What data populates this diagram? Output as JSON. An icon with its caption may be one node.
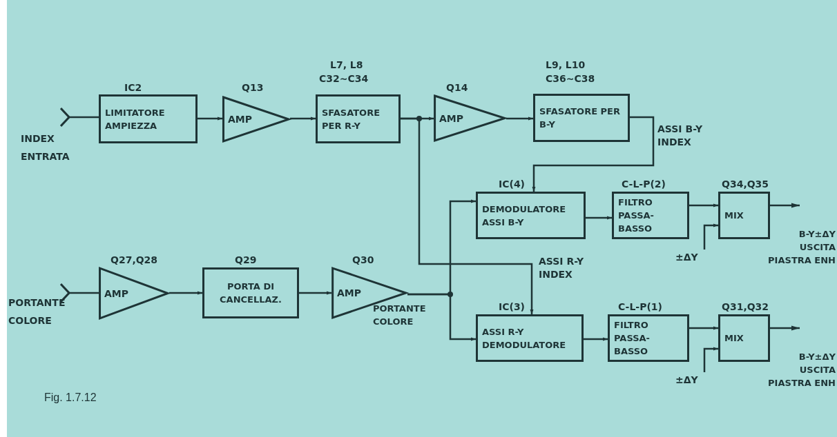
{
  "diagram": {
    "caption": "Fig. 1.7.12",
    "nodes": [
      {
        "text": [
          "INDEX ENTRATA"
        ]
      },
      {
        "text": [
          "LIMITATORE AMPIEZZA"
        ],
        "beside": [
          "IC2"
        ]
      },
      {
        "text": [
          "AMP"
        ],
        "beside": [
          "Q13"
        ]
      },
      {
        "text": [
          "SFASATORE PER R-Y"
        ],
        "beside": [
          "L7, L8",
          "C32~C34"
        ]
      },
      {
        "text": [
          "AMP"
        ],
        "beside": [
          "Q14"
        ]
      },
      {
        "text": [
          "SFASATORE PER B-Y"
        ],
        "beside": [
          "L9, L10",
          "C36~C38"
        ]
      },
      {
        "text": [
          "DEMODULATORE ASSI B-Y"
        ],
        "beside": [
          "IC(4)"
        ]
      },
      {
        "text": [
          "FILTRO PASSA-BASSO"
        ],
        "beside": [
          "C-L-P(2)"
        ]
      },
      {
        "text": [
          "MIX"
        ],
        "beside": [
          "Q34,Q35"
        ]
      },
      {
        "text": [
          "PORTANTE COLORE"
        ]
      },
      {
        "text": [
          "AMP"
        ],
        "beside": [
          "Q27,Q28"
        ]
      },
      {
        "text": [
          "PORTA DI CANCELLAZ."
        ],
        "beside": [
          "Q29"
        ]
      },
      {
        "text": [
          "AMP"
        ],
        "beside": [
          "Q30"
        ]
      },
      {
        "text": [
          "ASSI R-Y DEMODULATORE"
        ],
        "beside": [
          "IC(3)"
        ]
      },
      {
        "text": [
          "FILTRO PASSA-BASSO"
        ],
        "beside": [
          "C-L-P(1)"
        ]
      },
      {
        "text": [
          "MIX"
        ],
        "beside": [
          "Q31,Q32"
        ]
      },
      {
        "text": [
          "±ΔY"
        ]
      },
      {
        "text": [
          "±ΔY"
        ]
      }
    ],
    "edges": [
      {
        "from": 0,
        "to": 1,
        "arrow": "other"
      },
      {
        "from": 1,
        "to": 2,
        "arrow": "to"
      },
      {
        "from": 2,
        "to": 3,
        "arrow": "to"
      },
      {
        "from": 3,
        "to": 4,
        "arrow": "to"
      },
      {
        "from": 4,
        "to": 5,
        "arrow": "to"
      },
      {
        "from": 5,
        "to": 6,
        "arrow": "to",
        "label": "ASSI B-Y INDEX"
      },
      {
        "from": 3,
        "to": 13,
        "arrow": "to",
        "label": "ASSI R-Y INDEX"
      },
      {
        "from": 6,
        "to": 7,
        "arrow": "to"
      },
      {
        "from": 7,
        "to": 8,
        "arrow": "to"
      },
      {
        "from": 16,
        "to": 8,
        "arrow": "to"
      },
      {
        "from": 8,
        "to": null,
        "arrow": "to"
      },
      {
        "from": 9,
        "to": 10,
        "arrow": "other"
      },
      {
        "from": 10,
        "to": 11,
        "arrow": "to"
      },
      {
        "from": 11,
        "to": 12,
        "arrow": "to"
      },
      {
        "from": 12,
        "to": 6,
        "arrow": "to"
      },
      {
        "from": 12,
        "to": 13,
        "arrow": "to"
      },
      {
        "from": 13,
        "to": 14,
        "arrow": "to"
      },
      {
        "from": 14,
        "to": 15,
        "arrow": "to"
      },
      {
        "from": 17,
        "to": 15,
        "arrow": "to"
      },
      {
        "from": 15,
        "to": null,
        "arrow": "to"
      }
    ],
    "labels": [
      "B-Y±ΔY USCITA PIASTRA ENH",
      "PORTANTE COLORE",
      "B-Y±ΔY USCITA PIASTRA ENH"
    ]
  }
}
